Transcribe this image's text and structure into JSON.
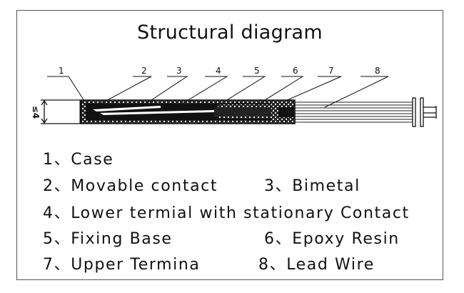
{
  "title": "Structural diagram",
  "dimension_label": "≤4",
  "callouts": [
    "1",
    "2",
    "3",
    "4",
    "5",
    "6",
    "7",
    "8"
  ],
  "legend": {
    "item1": "1、Case",
    "item2": "2、Movable contact",
    "item3": "3、Bimetal",
    "item4": "4、Lower termial with stationary Contact",
    "item5": "5、Fixing Base",
    "item6": "6、Epoxy Resin",
    "item7": "7、Upper Termina",
    "item8": "8、Lead Wire"
  },
  "colors": {
    "ink": "#111111",
    "frame": "#555555",
    "background": "#ffffff"
  }
}
